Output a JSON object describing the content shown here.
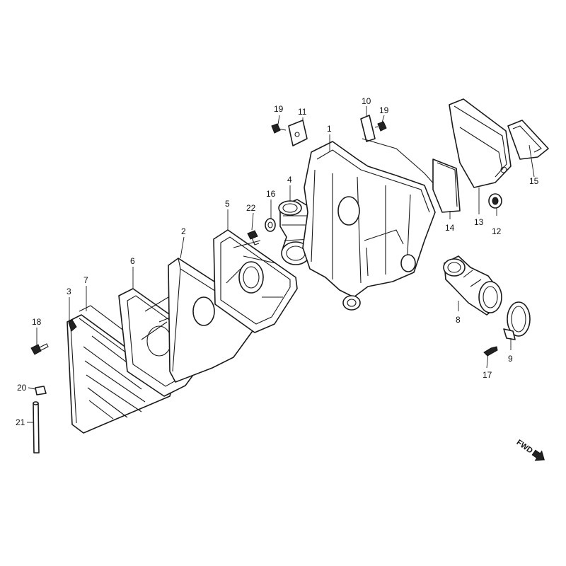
{
  "callouts": {
    "c1": "1",
    "c2": "2",
    "c3": "3",
    "c4": "4",
    "c5": "5",
    "c6": "6",
    "c7": "7",
    "c8": "8",
    "c9": "9",
    "c10": "10",
    "c11": "11",
    "c12": "12",
    "c13": "13",
    "c14": "14",
    "c15": "15",
    "c16": "16",
    "c17": "17",
    "c18": "18",
    "c19a": "19",
    "c19b": "19",
    "c20": "20",
    "c21": "21",
    "c22": "22"
  },
  "direction": {
    "label": "FWD"
  }
}
